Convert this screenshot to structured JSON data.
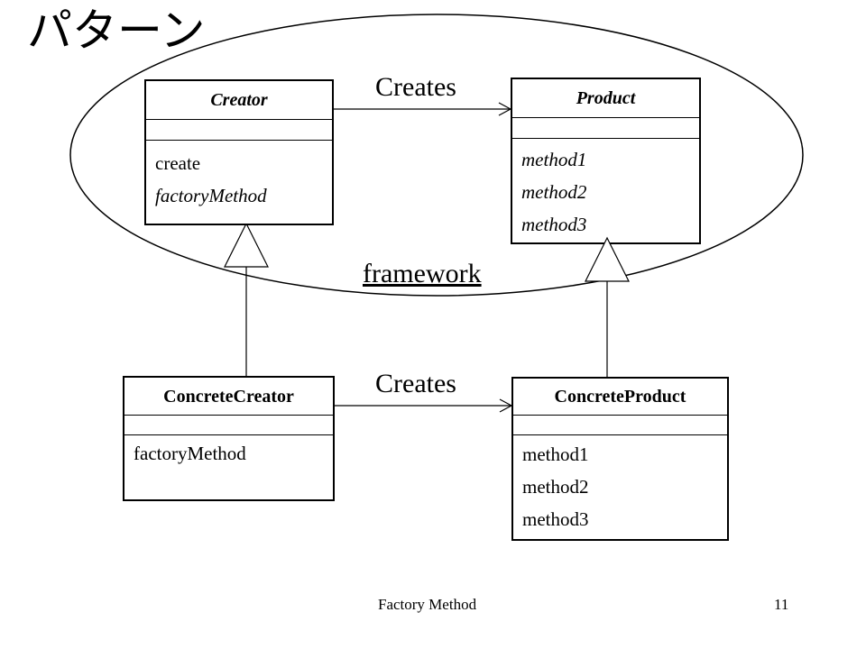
{
  "slide": {
    "title": "パターン",
    "footer_left": "Factory Method",
    "page_number": "11"
  },
  "diagram": {
    "framework_label": "framework",
    "associations": [
      {
        "label": "Creates"
      },
      {
        "label": "Creates"
      }
    ],
    "classes": {
      "creator": {
        "name": "Creator",
        "operations": [
          "create",
          "factoryMethod"
        ]
      },
      "product": {
        "name": "Product",
        "operations": [
          "method1",
          "method2",
          "method3"
        ]
      },
      "concrete_creator": {
        "name": "ConcreteCreator",
        "operations": [
          "factoryMethod"
        ]
      },
      "concrete_product": {
        "name": "ConcreteProduct",
        "operations": [
          "method1",
          "method2",
          "method3"
        ]
      }
    }
  }
}
